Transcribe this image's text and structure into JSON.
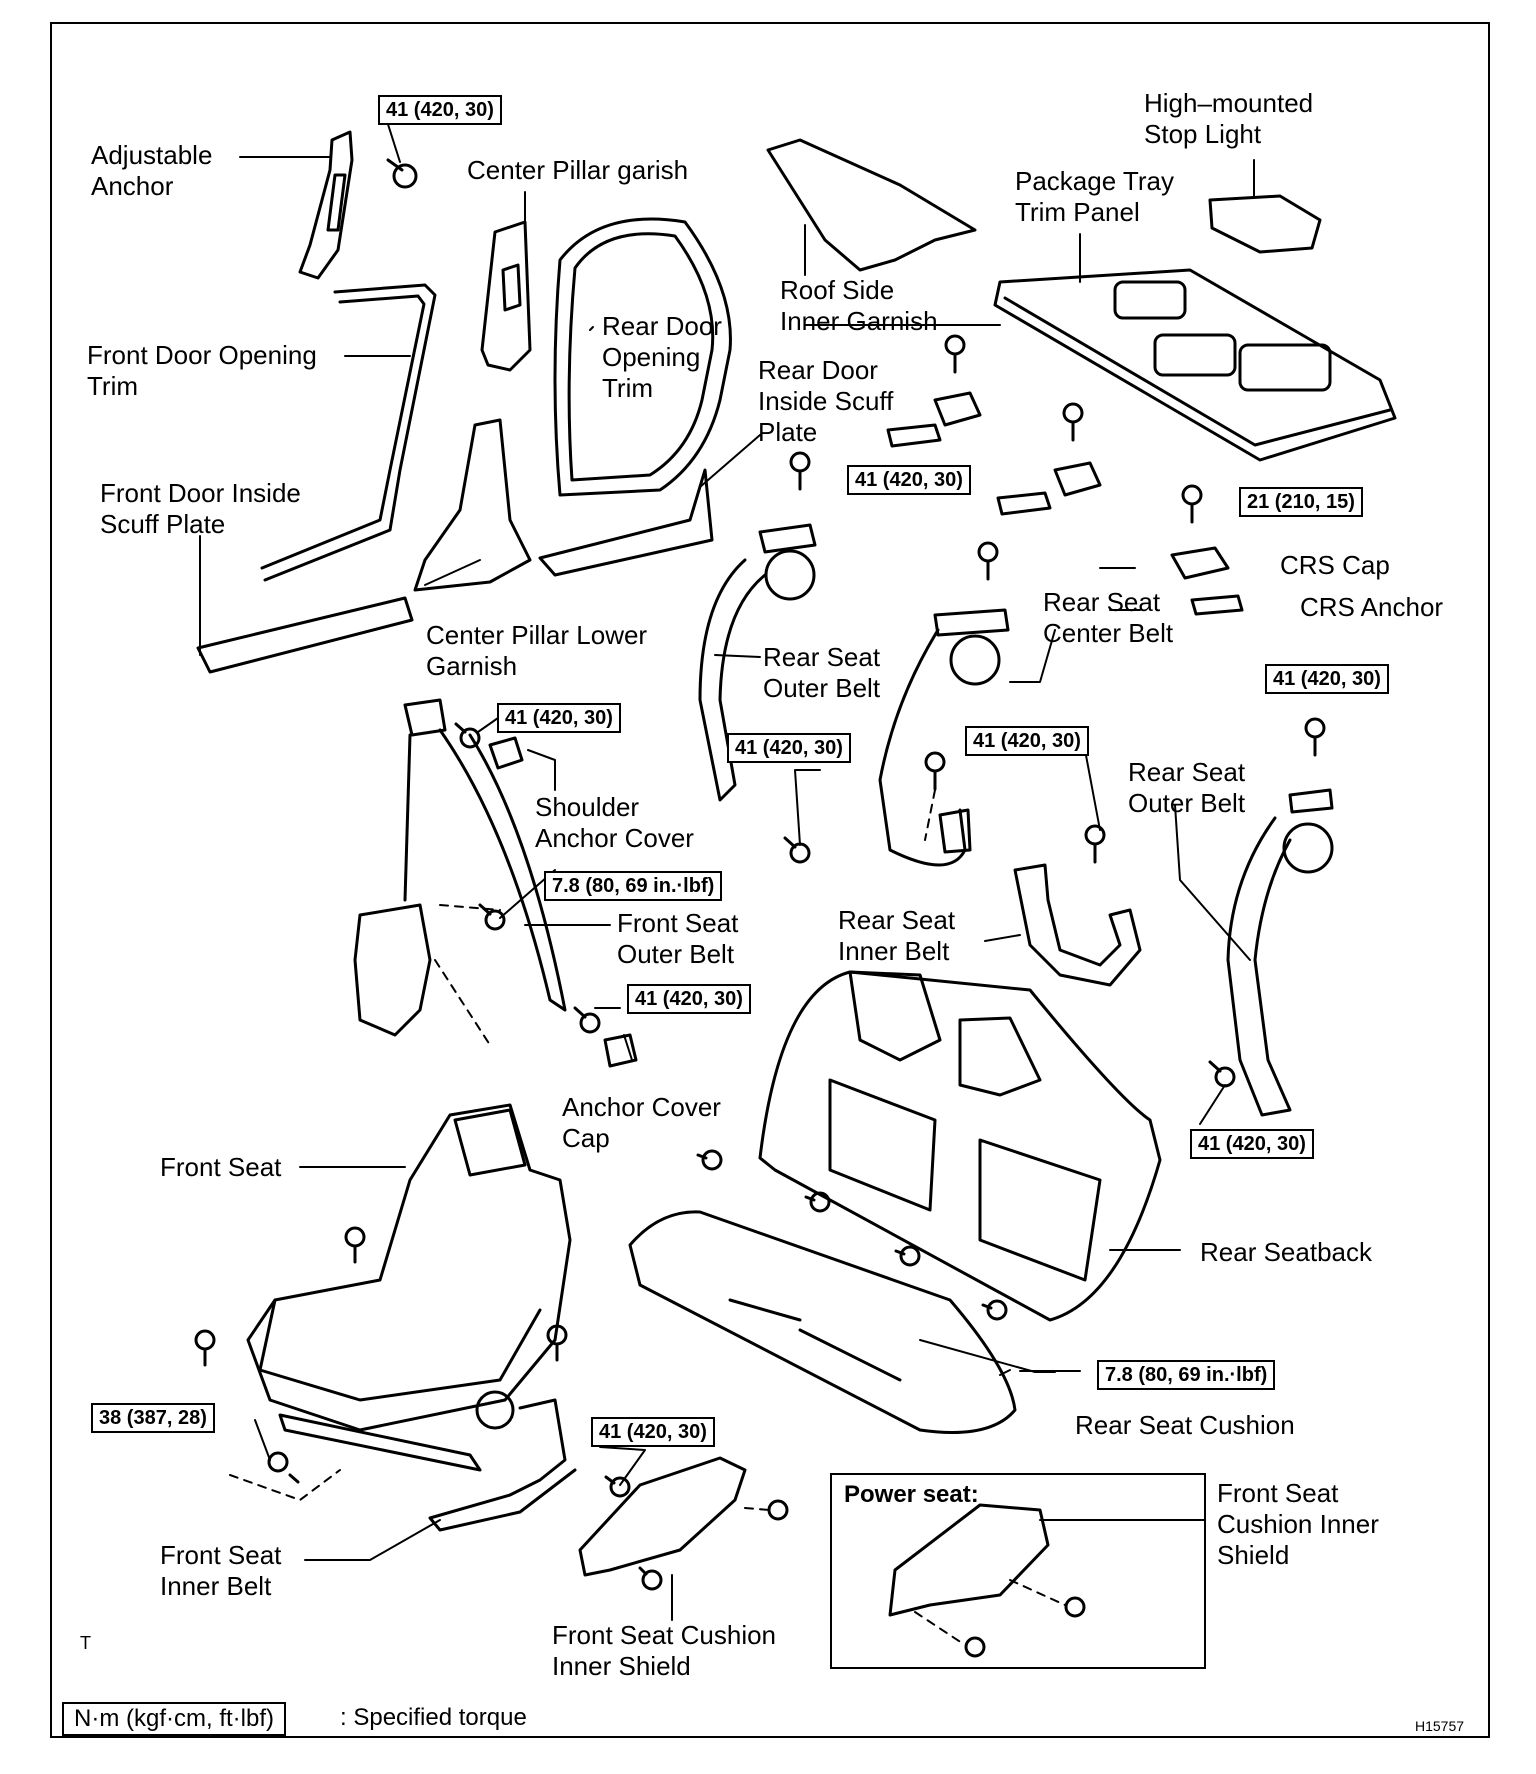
{
  "labels": {
    "adjustable_anchor": "Adjustable\nAnchor",
    "center_pillar_garish": "Center Pillar garish",
    "high_mounted_stop_light": "High–mounted\nStop Light",
    "package_tray_trim_panel": "Package Tray\nTrim Panel",
    "roof_side_inner_garnish": "Roof Side\nInner Garnish",
    "front_door_opening_trim": "Front Door Opening\nTrim",
    "rear_door_opening_trim": "Rear Door\nOpening\nTrim",
    "rear_door_inside_scuff_plate": "Rear Door\nInside Scuff\nPlate",
    "front_door_inside_scuff_plate": "Front Door Inside\nScuff Plate",
    "crs_cap": "CRS Cap",
    "crs_anchor": "CRS Anchor",
    "rear_seat_center_belt": "Rear Seat\nCenter Belt",
    "center_pillar_lower_garnish": "Center Pillar Lower\nGarnish",
    "rear_seat_outer_belt_left": "Rear Seat\nOuter Belt",
    "rear_seat_outer_belt_right": "Rear Seat\nOuter Belt",
    "shoulder_anchor_cover": "Shoulder\nAnchor Cover",
    "front_seat_outer_belt": "Front Seat\nOuter Belt",
    "rear_seat_inner_belt": "Rear Seat\nInner Belt",
    "anchor_cover_cap": "Anchor Cover\nCap",
    "front_seat": "Front Seat",
    "rear_seatback": "Rear Seatback",
    "rear_seat_cushion": "Rear Seat Cushion",
    "front_seat_inner_belt": "Front Seat\nInner Belt",
    "front_seat_cushion_inner_shield": "Front Seat Cushion\nInner Shield",
    "front_seat_cushion_inner_shield_power": "Front Seat\nCushion Inner\nShield",
    "power_seat": "Power seat:"
  },
  "torque": {
    "t1": "41 (420, 30)",
    "t2": "41 (420, 30)",
    "t3": "21 (210, 15)",
    "t4": "41 (420, 30)",
    "t5": "41 (420, 30)",
    "t6": "41 (420, 30)",
    "t7": "41 (420, 30)",
    "t8": "7.8 (80, 69 in.·lbf)",
    "t9": "41 (420, 30)",
    "t10": "41 (420, 30)",
    "t11": "7.8 (80, 69 in.·lbf)",
    "t12": "38 (387, 28)",
    "t13": "41 (420, 30)"
  },
  "legend": {
    "unit_box": "N·m (kgf·cm, ft·lbf)",
    "description": ": Specified torque"
  },
  "corner_mark": "T",
  "figure_id": "H15757"
}
